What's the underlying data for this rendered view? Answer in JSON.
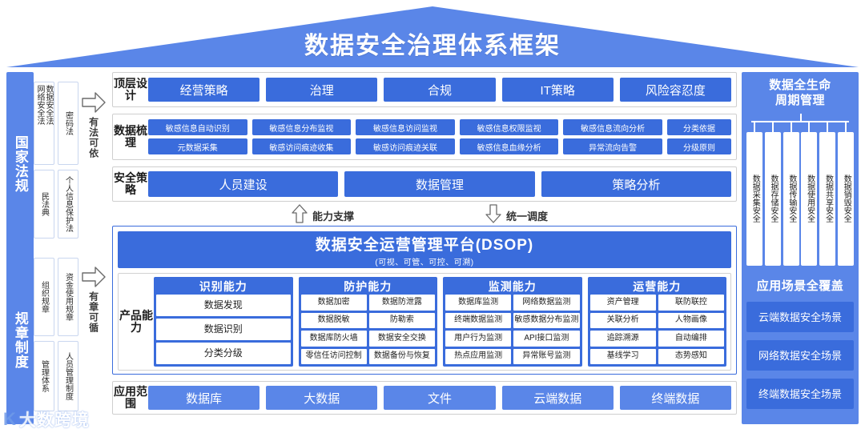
{
  "title": "数据安全治理体系框架",
  "left_sidebar": {
    "sections": [
      {
        "label": "国家法规",
        "arrow_label": "有法可依",
        "items": [
          {
            "lines": [
              "网络安全法",
              "数据安全法"
            ]
          },
          {
            "lines": [
              "密码法"
            ]
          },
          {
            "lines": [
              "民法典"
            ]
          },
          {
            "lines": [
              "个人信息保护法"
            ]
          }
        ]
      },
      {
        "label": "规章制度",
        "arrow_label": "有章可循",
        "items": [
          {
            "lines": [
              "组织规章"
            ]
          },
          {
            "lines": [
              "资金使用规章"
            ]
          },
          {
            "lines": [
              "管理体系"
            ]
          },
          {
            "lines": [
              "人员管理制度"
            ]
          }
        ]
      }
    ]
  },
  "main": {
    "design_row": {
      "label": "顶层设计",
      "items": [
        "经营策略",
        "治理",
        "合规",
        "IT策略",
        "风险容忍度"
      ]
    },
    "data_row": {
      "label": "数据梳理",
      "columns": [
        {
          "top": "敏感信息自动识别",
          "bottom": "元数据采集"
        },
        {
          "top": "敏感信息分布监视",
          "bottom": "敏感访问痕迹收集"
        },
        {
          "top": "敏感信息访问监视",
          "bottom": "敏感访问痕迹关联"
        },
        {
          "top": "敏感信息权限监视",
          "bottom": "敏感信息血缘分析"
        },
        {
          "top": "敏感信息流向分析",
          "bottom": "异常流向告警"
        },
        {
          "top": "分类依据",
          "bottom": "分级原则"
        }
      ]
    },
    "policy_row": {
      "label": "安全策略",
      "items": [
        "人员建设",
        "数据管理",
        "策略分析"
      ]
    },
    "connectors": [
      {
        "label": "能力支撑",
        "direction": "up"
      },
      {
        "label": "统一调度",
        "direction": "down"
      }
    ],
    "dsop": {
      "title": "数据安全运营管理平台(DSOP)",
      "subtitle": "(可视、可管、可控、可溯)",
      "capability_label": "产品能力",
      "groups": [
        {
          "title": "识别能力",
          "layout": "one-col",
          "items": [
            "数据发现",
            "数据识别",
            "分类分级"
          ]
        },
        {
          "title": "防护能力",
          "layout": "two-col",
          "items": [
            "数据加密",
            "数据防泄露",
            "数据脱敏",
            "防勒索",
            "数据库防火墙",
            "数据安全交换",
            "零信任访问控制",
            "数据备份与恢复"
          ]
        },
        {
          "title": "监测能力",
          "layout": "two-col",
          "items": [
            "数据库监测",
            "网络数据监测",
            "终端数据监测",
            "敏感数据分布监测",
            "用户行为监测",
            "API接口监测",
            "热点应用监测",
            "异常账号监测"
          ]
        },
        {
          "title": "运营能力",
          "layout": "two-col",
          "items": [
            "资产管理",
            "联防联控",
            "关联分析",
            "人物画像",
            "追踪溯源",
            "自动编排",
            "基线学习",
            "态势感知"
          ]
        }
      ]
    },
    "scope_row": {
      "label": "应用范围",
      "items": [
        "数据库",
        "大数据",
        "文件",
        "云端数据",
        "终端数据"
      ]
    }
  },
  "right_sidebar": {
    "lifecycle_title": "数据全生命\n周期管理",
    "lifecycle_title_line1": "数据全生命",
    "lifecycle_title_line2": "周期管理",
    "lifecycle_items": [
      "数据采集安全",
      "数据存储安全",
      "数据传输安全",
      "数据使用安全",
      "数据共享安全",
      "数据销毁安全"
    ],
    "scenario_title": "应用场景全覆盖",
    "scenarios": [
      "云端数据安全场景",
      "网络数据安全场景",
      "终端数据安全场景"
    ]
  },
  "watermark": {
    "mark": "K",
    "text": "大数跨境"
  },
  "colors": {
    "roof": "#5a86e8",
    "chip": "#3a6cdc",
    "sidebar": "#5a86e8",
    "scope_chip": "#5a86e8"
  }
}
